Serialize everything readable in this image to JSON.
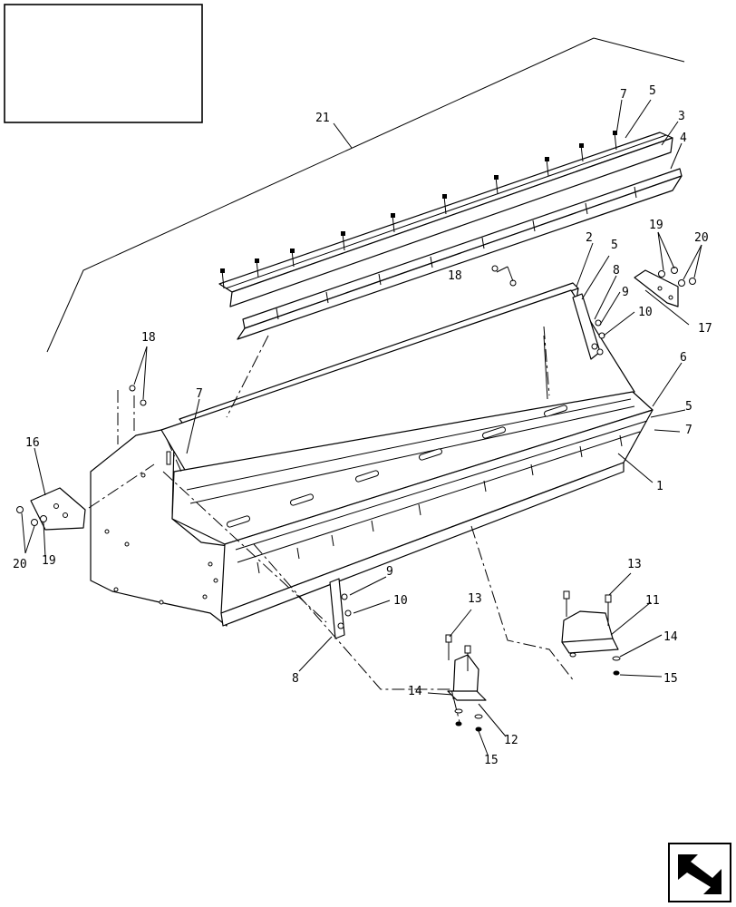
{
  "diagram": {
    "callouts": [
      {
        "id": "c21",
        "text": "21"
      },
      {
        "id": "c7a",
        "text": "7"
      },
      {
        "id": "c5a",
        "text": "5"
      },
      {
        "id": "c3",
        "text": "3"
      },
      {
        "id": "c4",
        "text": "4"
      },
      {
        "id": "c2",
        "text": "2"
      },
      {
        "id": "c5b",
        "text": "5"
      },
      {
        "id": "c18a",
        "text": "18"
      },
      {
        "id": "c19a",
        "text": "19"
      },
      {
        "id": "c20a",
        "text": "20"
      },
      {
        "id": "c8a",
        "text": "8"
      },
      {
        "id": "c9a",
        "text": "9"
      },
      {
        "id": "c10a",
        "text": "10"
      },
      {
        "id": "c17",
        "text": "17"
      },
      {
        "id": "c18b",
        "text": "18"
      },
      {
        "id": "c6",
        "text": "6"
      },
      {
        "id": "c5c",
        "text": "5"
      },
      {
        "id": "c7b",
        "text": "7"
      },
      {
        "id": "c7c",
        "text": "7"
      },
      {
        "id": "c16",
        "text": "16"
      },
      {
        "id": "c1",
        "text": "1"
      },
      {
        "id": "c20b",
        "text": "20"
      },
      {
        "id": "c19b",
        "text": "19"
      },
      {
        "id": "c9b",
        "text": "9"
      },
      {
        "id": "c10b",
        "text": "10"
      },
      {
        "id": "c8b",
        "text": "8"
      },
      {
        "id": "c13a",
        "text": "13"
      },
      {
        "id": "c13b",
        "text": "13"
      },
      {
        "id": "c11",
        "text": "11"
      },
      {
        "id": "c14a",
        "text": "14"
      },
      {
        "id": "c15a",
        "text": "15"
      },
      {
        "id": "c14b",
        "text": "14"
      },
      {
        "id": "c12",
        "text": "12"
      },
      {
        "id": "c15b",
        "text": "15"
      }
    ]
  }
}
